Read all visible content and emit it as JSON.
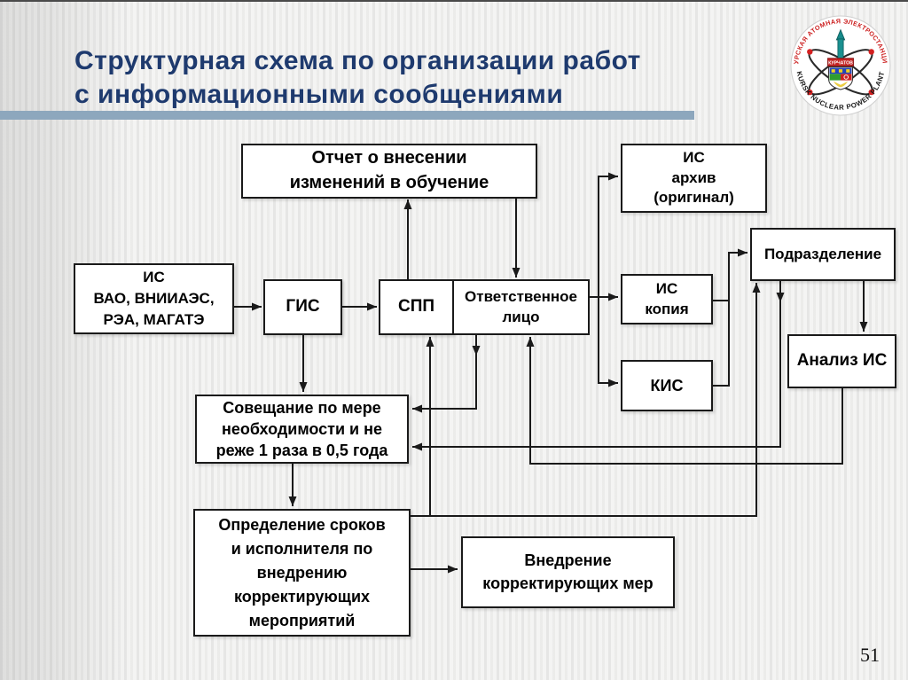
{
  "slide": {
    "title_line1": "Структурная схема по организации работ",
    "title_line2": "с информационными сообщениями",
    "page_number": "51"
  },
  "logo": {
    "top_arc": "КУРСКАЯ АТОМНАЯ ЭЛЕКТРОСТАНЦИЯ",
    "bottom_arc": "KURSK NUCLEAR POWER PLANT",
    "center_label": "КУРЧАТОВ"
  },
  "diagram": {
    "nodes": {
      "otchet": "Отчет о внесении\nизменений в обучение",
      "is_arhiv": "ИС\nархив\n(оригинал)",
      "is_vao": "ИС\nВАО, ВНИИАЭС,\nРЭА, МАГАТЭ",
      "gis": "ГИС",
      "spp": "СПП",
      "otv_lico": "Ответственное\nлицо",
      "is_kopiya": "ИС\nкопия",
      "podrazdelenie": "Подразделение",
      "kis": "КИС",
      "analiz": "Анализ ИС",
      "soveschanie": "Совещание по мере\nнеобходимости и не\nреже 1 раза в 0,5 года",
      "opredelenie": "Определение сроков\nи исполнителя по\nвнедрению\nкорректирующих\nмероприятий",
      "vnedrenie": "Внедрение\nкорректирующих мер"
    }
  },
  "colors": {
    "title_color": "#1e3a6e",
    "accent_bar": "#8da7bd",
    "line_color": "#1a1a1a",
    "box_border": "#1a1a1a",
    "box_fill": "#ffffff",
    "page_bg": "#f4f4f3",
    "logo_red": "#cc1f1f",
    "logo_teal": "#178a8a"
  }
}
